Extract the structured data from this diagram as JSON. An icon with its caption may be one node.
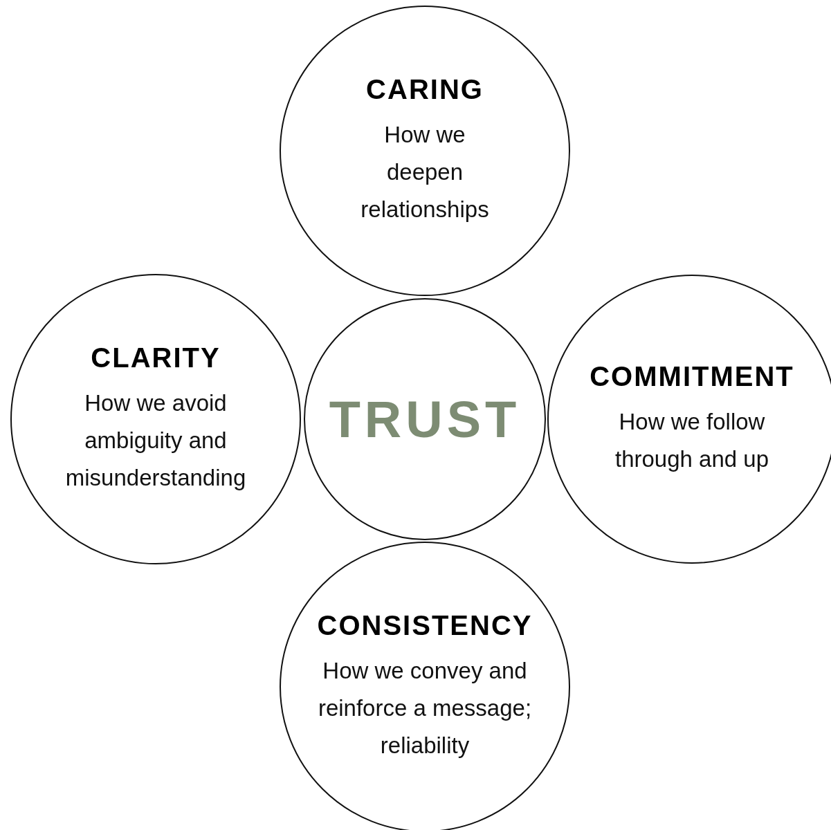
{
  "diagram": {
    "nodes": [
      {
        "text": [
          "CARING",
          "How we deepen relationships"
        ]
      },
      {
        "text": [
          "CLARITY",
          "How we avoid ambiguity and misunderstanding"
        ]
      },
      {
        "text": [
          "TRUST"
        ]
      },
      {
        "text": [
          "COMMITMENT",
          "How we follow through and up"
        ]
      },
      {
        "text": [
          "CONSISTENCY",
          "How we convey and reinforce a message; reliability"
        ]
      }
    ]
  }
}
